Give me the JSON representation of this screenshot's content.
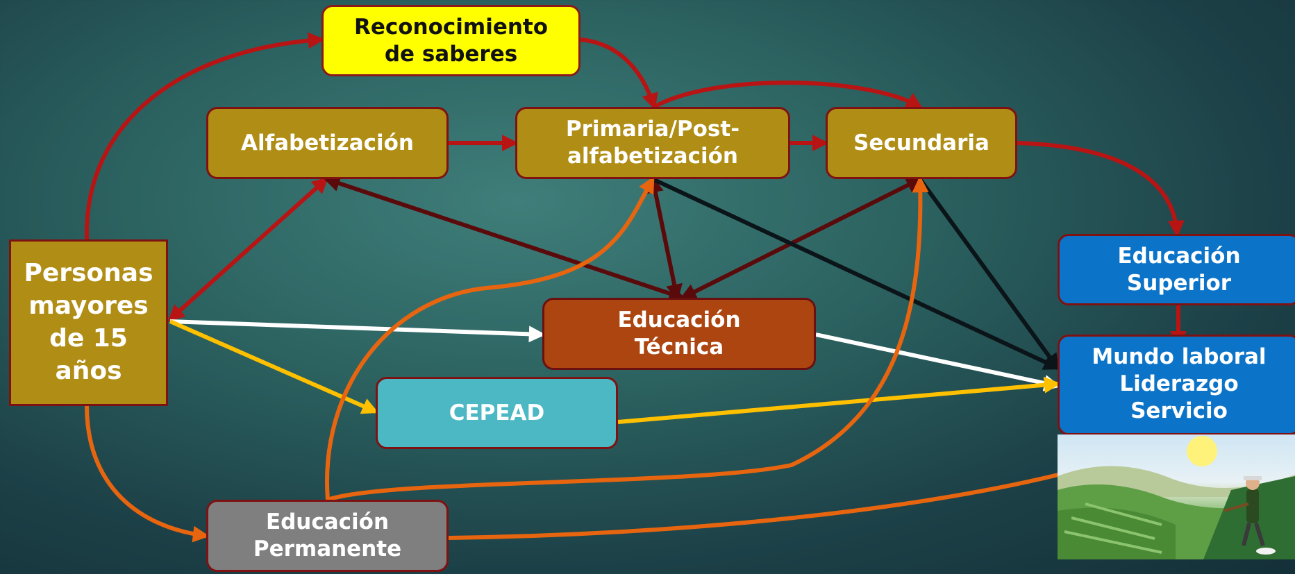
{
  "nodes": {
    "reconocimiento": "Reconocimiento\nde saberes",
    "alfabetizacion": "Alfabetización",
    "primaria": "Primaria/Post-\nalfabetización",
    "secundaria": "Secundaria",
    "personas": "Personas\nmayores\nde 15\naños",
    "tecnica": "Educación\nTécnica",
    "cepead": "CEPEAD",
    "superior": "Educación\nSuperior",
    "mundo": "Mundo laboral\nLiderazgo\nServicio",
    "permanente": "Educación\nPermanente"
  },
  "colors": {
    "red": "#b81414",
    "dark_red": "#5a0a0a",
    "black": "#0b1418",
    "white": "#ffffff",
    "yellow": "#ffc000",
    "orange": "#e8650f"
  },
  "image": {
    "icon": "farmer-field-illustration"
  }
}
